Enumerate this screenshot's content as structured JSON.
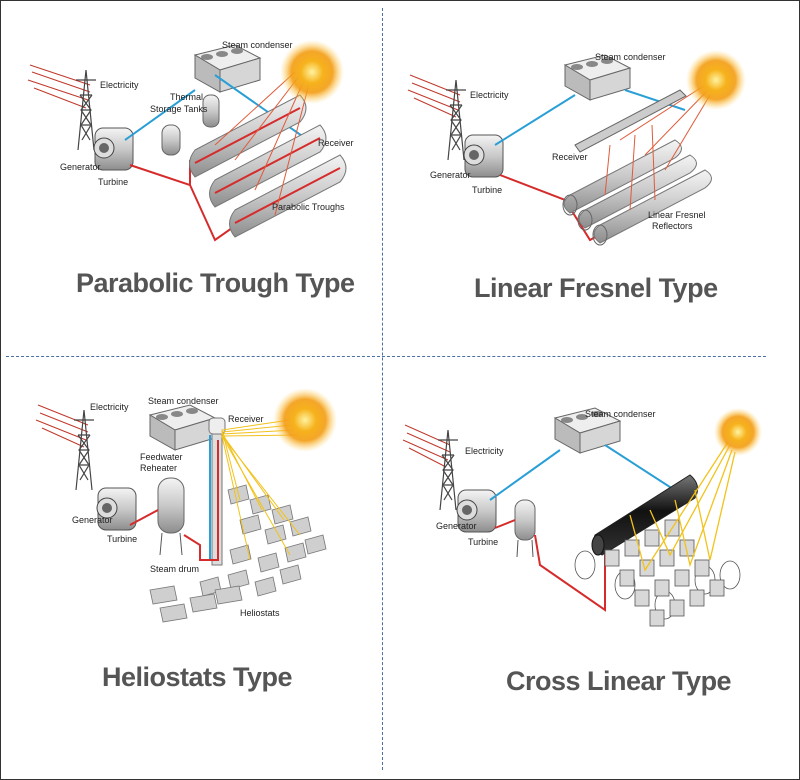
{
  "panels": {
    "parabolic": {
      "title": "Parabolic Trough Type",
      "labels": {
        "electricity": "Electricity",
        "steam_condenser": "Steam condenser",
        "thermal_storage_1": "Thermal",
        "thermal_storage_2": "Storage Tanks",
        "receiver": "Receiver",
        "generator": "Generator",
        "turbine": "Turbine",
        "collectors": "Parabolic Troughs"
      }
    },
    "fresnel": {
      "title": "Linear Fresnel Type",
      "labels": {
        "electricity": "Electricity",
        "steam_condenser": "Steam condenser",
        "receiver": "Receiver",
        "generator": "Generator",
        "turbine": "Turbine",
        "collectors_1": "Linear Fresnel",
        "collectors_2": "Reflectors"
      }
    },
    "heliostats": {
      "title": "Heliostats Type",
      "labels": {
        "electricity": "Electricity",
        "steam_condenser": "Steam condenser",
        "receiver": "Receiver",
        "feedwater_1": "Feedwater",
        "feedwater_2": "Reheater",
        "generator": "Generator",
        "turbine": "Turbine",
        "steam_drum": "Steam drum",
        "collectors": "Heliostats"
      }
    },
    "crosslinear": {
      "title": "Cross Linear Type",
      "labels": {
        "electricity": "Electricity",
        "steam_condenser": "Steam condenser",
        "generator": "Generator",
        "turbine": "Turbine"
      }
    }
  },
  "colors": {
    "hot_pipe": "#d62b2b",
    "cold_pipe": "#2a9fd6",
    "sun_core": "#f39c12",
    "sun_glow": "#ffd35a",
    "ray_red": "#e05a3a",
    "ray_yellow": "#f2c21b",
    "divider": "#4a6fa5"
  }
}
